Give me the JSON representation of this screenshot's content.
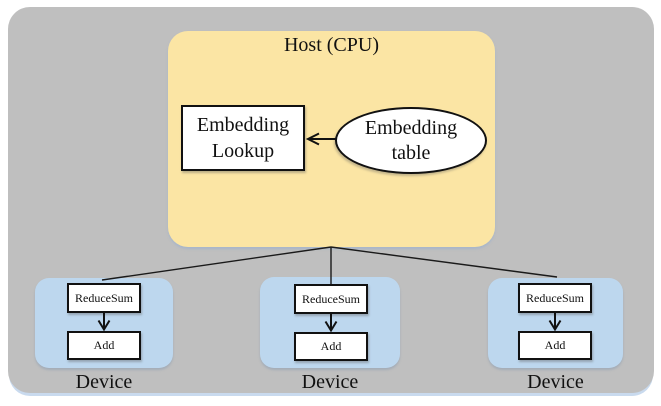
{
  "diagram": {
    "host": {
      "title": "Host (CPU)",
      "embedding_lookup": {
        "line1": "Embedding",
        "line2": "Lookup"
      },
      "embedding_table": {
        "line1": "Embedding",
        "line2": "table"
      }
    },
    "devices": [
      {
        "label": "Device",
        "op1": "ReduceSum",
        "op2": "Add"
      },
      {
        "label": "Device",
        "op1": "ReduceSum",
        "op2": "Add"
      },
      {
        "label": "Device",
        "op1": "ReduceSum",
        "op2": "Add"
      }
    ],
    "connections": [
      {
        "from": "embedding-table",
        "to": "embedding-lookup",
        "type": "arrow"
      },
      {
        "from": "host",
        "to": "device-1",
        "type": "line"
      },
      {
        "from": "host",
        "to": "device-2",
        "type": "line"
      },
      {
        "from": "host",
        "to": "device-3",
        "type": "line"
      },
      {
        "from": "reducesum",
        "to": "add",
        "type": "arrow",
        "note": "inside each device"
      }
    ],
    "colors": {
      "frame_gray": "#bfbfbf",
      "host_yellow": "#fbe5a4",
      "device_blue": "#bdd7ee",
      "node_white": "#ffffff",
      "line_black": "#111111",
      "frame_shadow_blue": "#c9daee",
      "page_bg": "#ffffff"
    }
  }
}
